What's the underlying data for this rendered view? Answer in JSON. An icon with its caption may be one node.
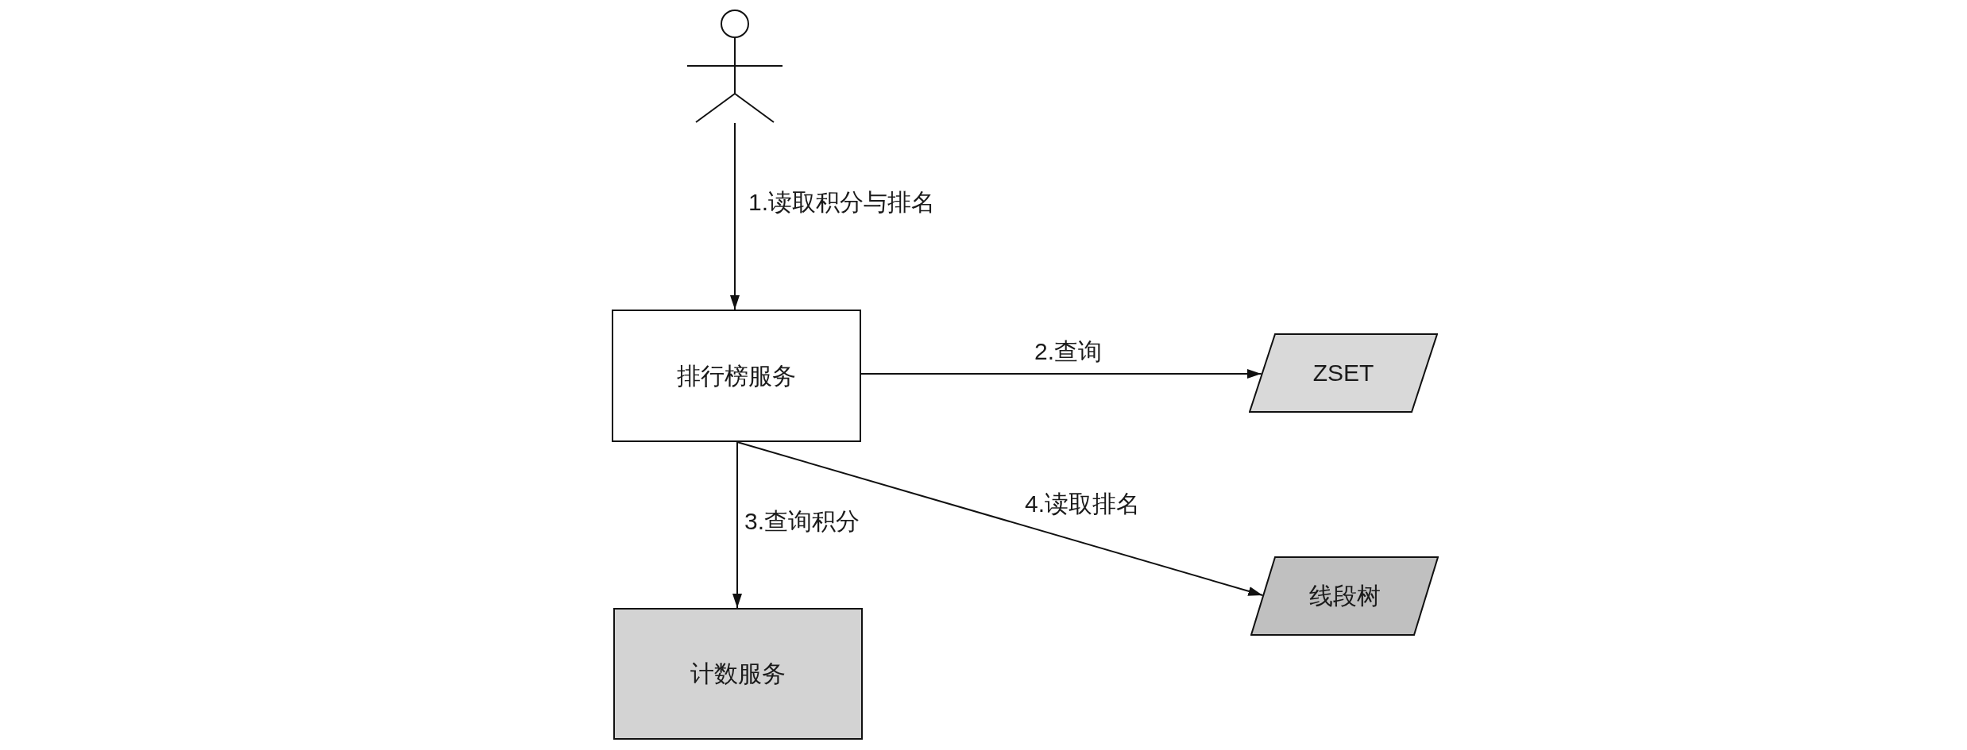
{
  "diagram": {
    "nodes": [
      {
        "text": [],
        "shape": "person"
      },
      {
        "text": [
          "排行榜服务"
        ]
      },
      {
        "text": [
          "ZSET"
        ]
      },
      {
        "text": [
          "计数服务"
        ]
      },
      {
        "text": [
          "线段树"
        ]
      }
    ],
    "edges": [
      {
        "from": 0,
        "to": 1,
        "arrow": "to",
        "label": "1.读取积分与排名"
      },
      {
        "from": 1,
        "to": 2,
        "arrow": "to",
        "label": "2.查询"
      },
      {
        "from": 1,
        "to": 3,
        "arrow": "to",
        "label": "3.查询积分"
      },
      {
        "from": 1,
        "to": 4,
        "arrow": "to",
        "label": "4.读取排名"
      }
    ]
  }
}
